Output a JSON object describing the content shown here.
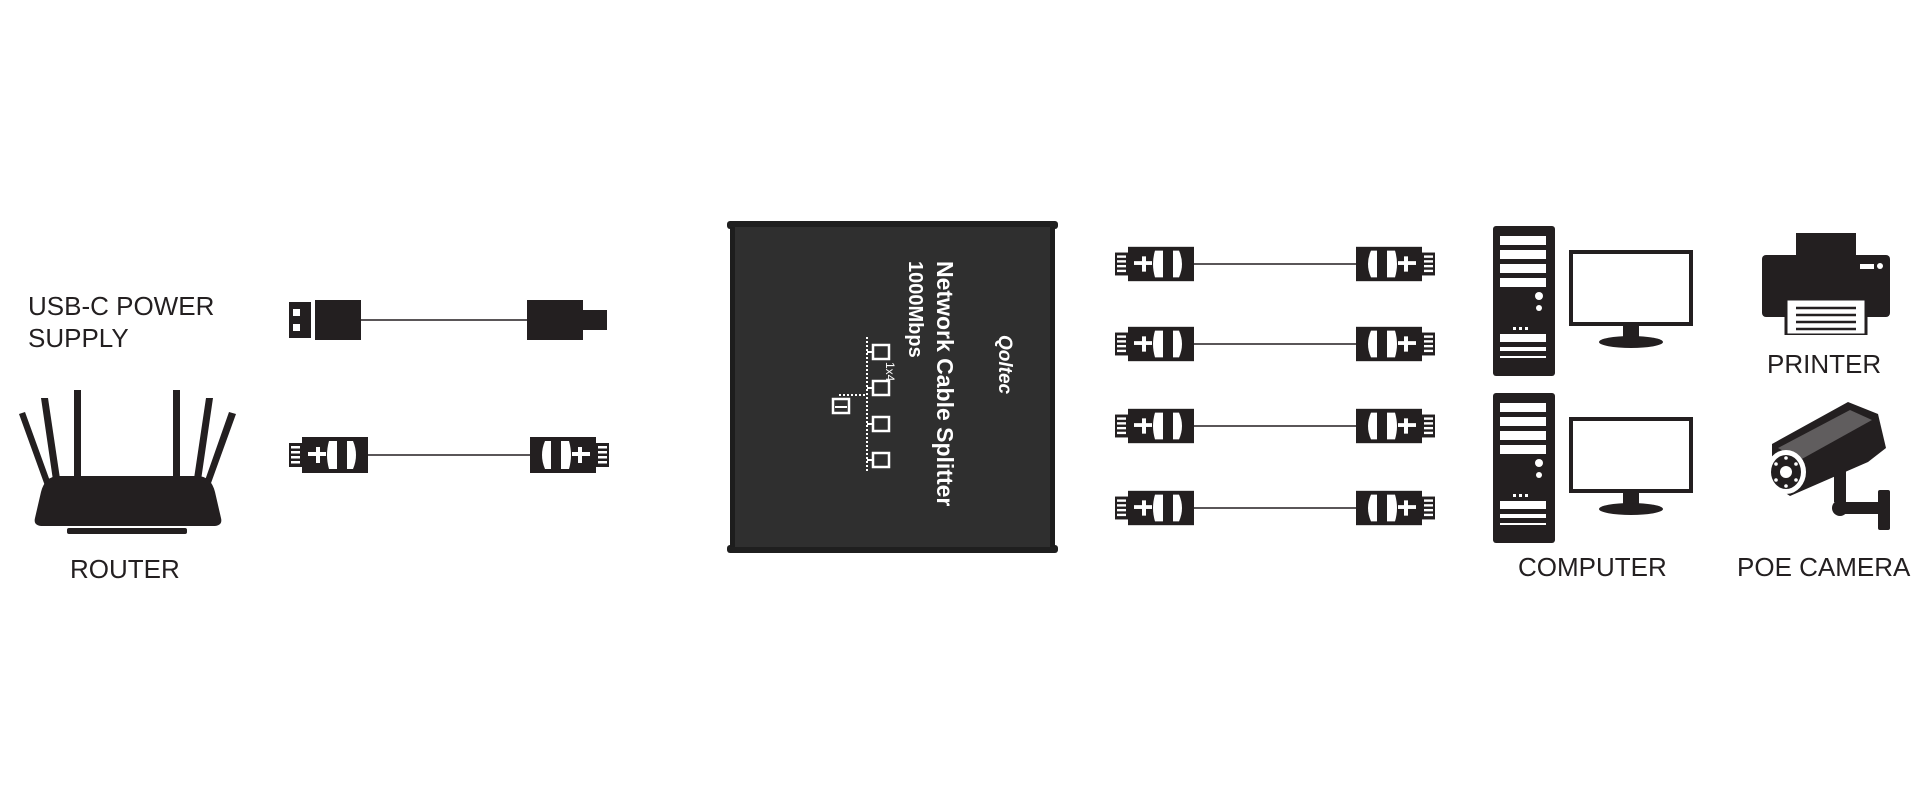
{
  "labels": {
    "usb_power_line1": "USB-C POWER",
    "usb_power_line2": "SUPPLY",
    "router": "ROUTER",
    "computer": "COMPUTER",
    "printer": "PRINTER",
    "poe_camera": "POE CAMERA"
  },
  "splitter": {
    "brand": "Qoltec",
    "title": "Network Cable Splitter",
    "speed": "1000Mbps",
    "ports": "1x4",
    "color": "#2f2f2f"
  },
  "icons": {
    "router": "router-icon",
    "usb_cable": "usb-cable-icon",
    "ethernet_cable": "ethernet-cable-icon",
    "computer": "computer-icon",
    "printer": "printer-icon",
    "camera": "security-camera-icon"
  },
  "colors": {
    "ink": "#231f20",
    "background": "#ffffff"
  }
}
